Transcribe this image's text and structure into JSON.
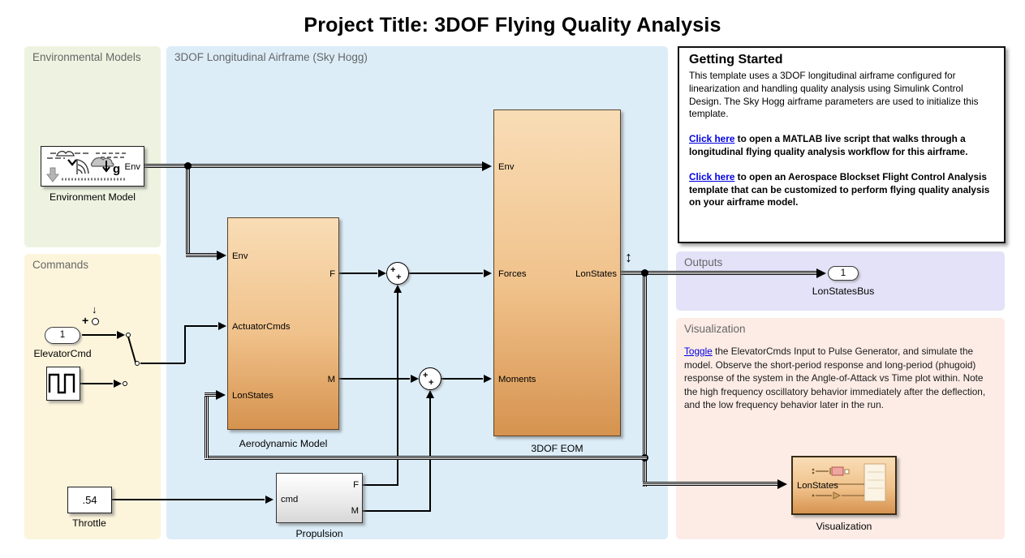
{
  "title": "Project Title: 3DOF Flying Quality Analysis",
  "panels": {
    "environmental_models": {
      "label": "Environmental Models",
      "color": "#eef3e1"
    },
    "commands": {
      "label": "Commands",
      "color": "#fcf5dc"
    },
    "airframe": {
      "label": "3DOF Longitudinal Airframe (Sky Hogg)",
      "color": "#dcedf8"
    },
    "outputs": {
      "label": "Outputs",
      "color": "#e4e2f8"
    },
    "visualization": {
      "label": "Visualization",
      "color": "#fdece6"
    }
  },
  "getting_started": {
    "title": "Getting Started",
    "intro": "This template uses a 3DOF longitudinal airframe configured for linearization and handling quality analysis using Simulink Control Design. The Sky Hogg airframe parameters are used to initialize this template.",
    "link1_text": "Click here",
    "link1_rest": " to open a MATLAB live script that walks through a longitudinal flying quality analysis workflow for this airframe.",
    "link2_text": "Click here",
    "link2_rest": " to open an Aerospace Blockset Flight Control Analysis template that can be customized to perform flying quality analysis on your airframe model."
  },
  "visualization_note": {
    "link_text": "Toggle",
    "rest": " the ElevatorCmds Input to Pulse Generator, and simulate the model. Observe the short-period response and long-period (phugoid) response of the system in the Angle-of-Attack vs Time plot within. Note the high frequency oscillatory behavior immediately after the deflection, and the low frequency behavior later in the run."
  },
  "blocks": {
    "environment_model": {
      "label": "Environment Model",
      "out_port": "Env",
      "icon": "environment-weather-icon"
    },
    "elevator_cmd": {
      "port_number": "1",
      "label": "ElevatorCmd"
    },
    "manual_switch": {
      "toggle_plus": "+",
      "toggle_arrow": "↓"
    },
    "pulse_generator": {
      "icon": "pulse-wave-icon"
    },
    "throttle": {
      "value": ".54",
      "label": "Throttle"
    },
    "aerodynamic_model": {
      "label": "Aerodynamic Model",
      "in_ports": [
        "Env",
        "ActuatorCmds",
        "LonStates"
      ],
      "out_ports": [
        "F",
        "M"
      ]
    },
    "sum_forces": {
      "sign_top": "+",
      "sign_bottom": "+"
    },
    "sum_moments": {
      "sign_top": "+",
      "sign_bottom": "+"
    },
    "eom": {
      "label": "3DOF EOM",
      "in_ports": [
        "Env",
        "Forces",
        "Moments"
      ],
      "out_port": "LonStates"
    },
    "propulsion": {
      "label": "Propulsion",
      "in_port": "cmd",
      "out_ports": [
        "F",
        "M"
      ]
    },
    "lonstatesbus_outport": {
      "port_number": "1",
      "label": "LonStatesBus"
    },
    "visualization_block": {
      "label": "Visualization",
      "in_port": "LonStates",
      "icon": "scope-subsystem-icon"
    }
  },
  "badges": {
    "signal_stream": "↕"
  },
  "colors": {
    "block_orange_top": "#f9ddb6",
    "block_orange_bottom": "#d6934f",
    "link_blue": "#0000e0",
    "wire_black": "#000000"
  }
}
